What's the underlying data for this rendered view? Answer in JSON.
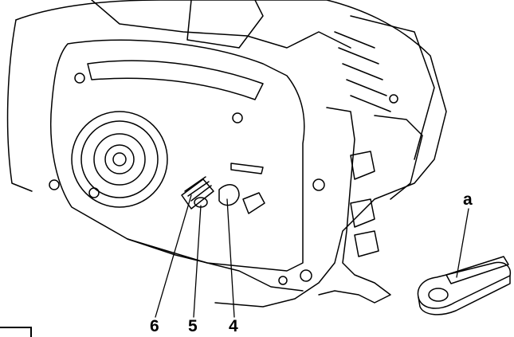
{
  "callouts": {
    "c6": "6",
    "c5": "5",
    "c4": "4",
    "ca": "a"
  },
  "colors": {
    "ink": "#000000",
    "paper": "#ffffff"
  },
  "icons": {
    "chainsaw": "chainsaw-side-cover-removed-icon",
    "tool": "spanner-slot-tool-icon"
  }
}
